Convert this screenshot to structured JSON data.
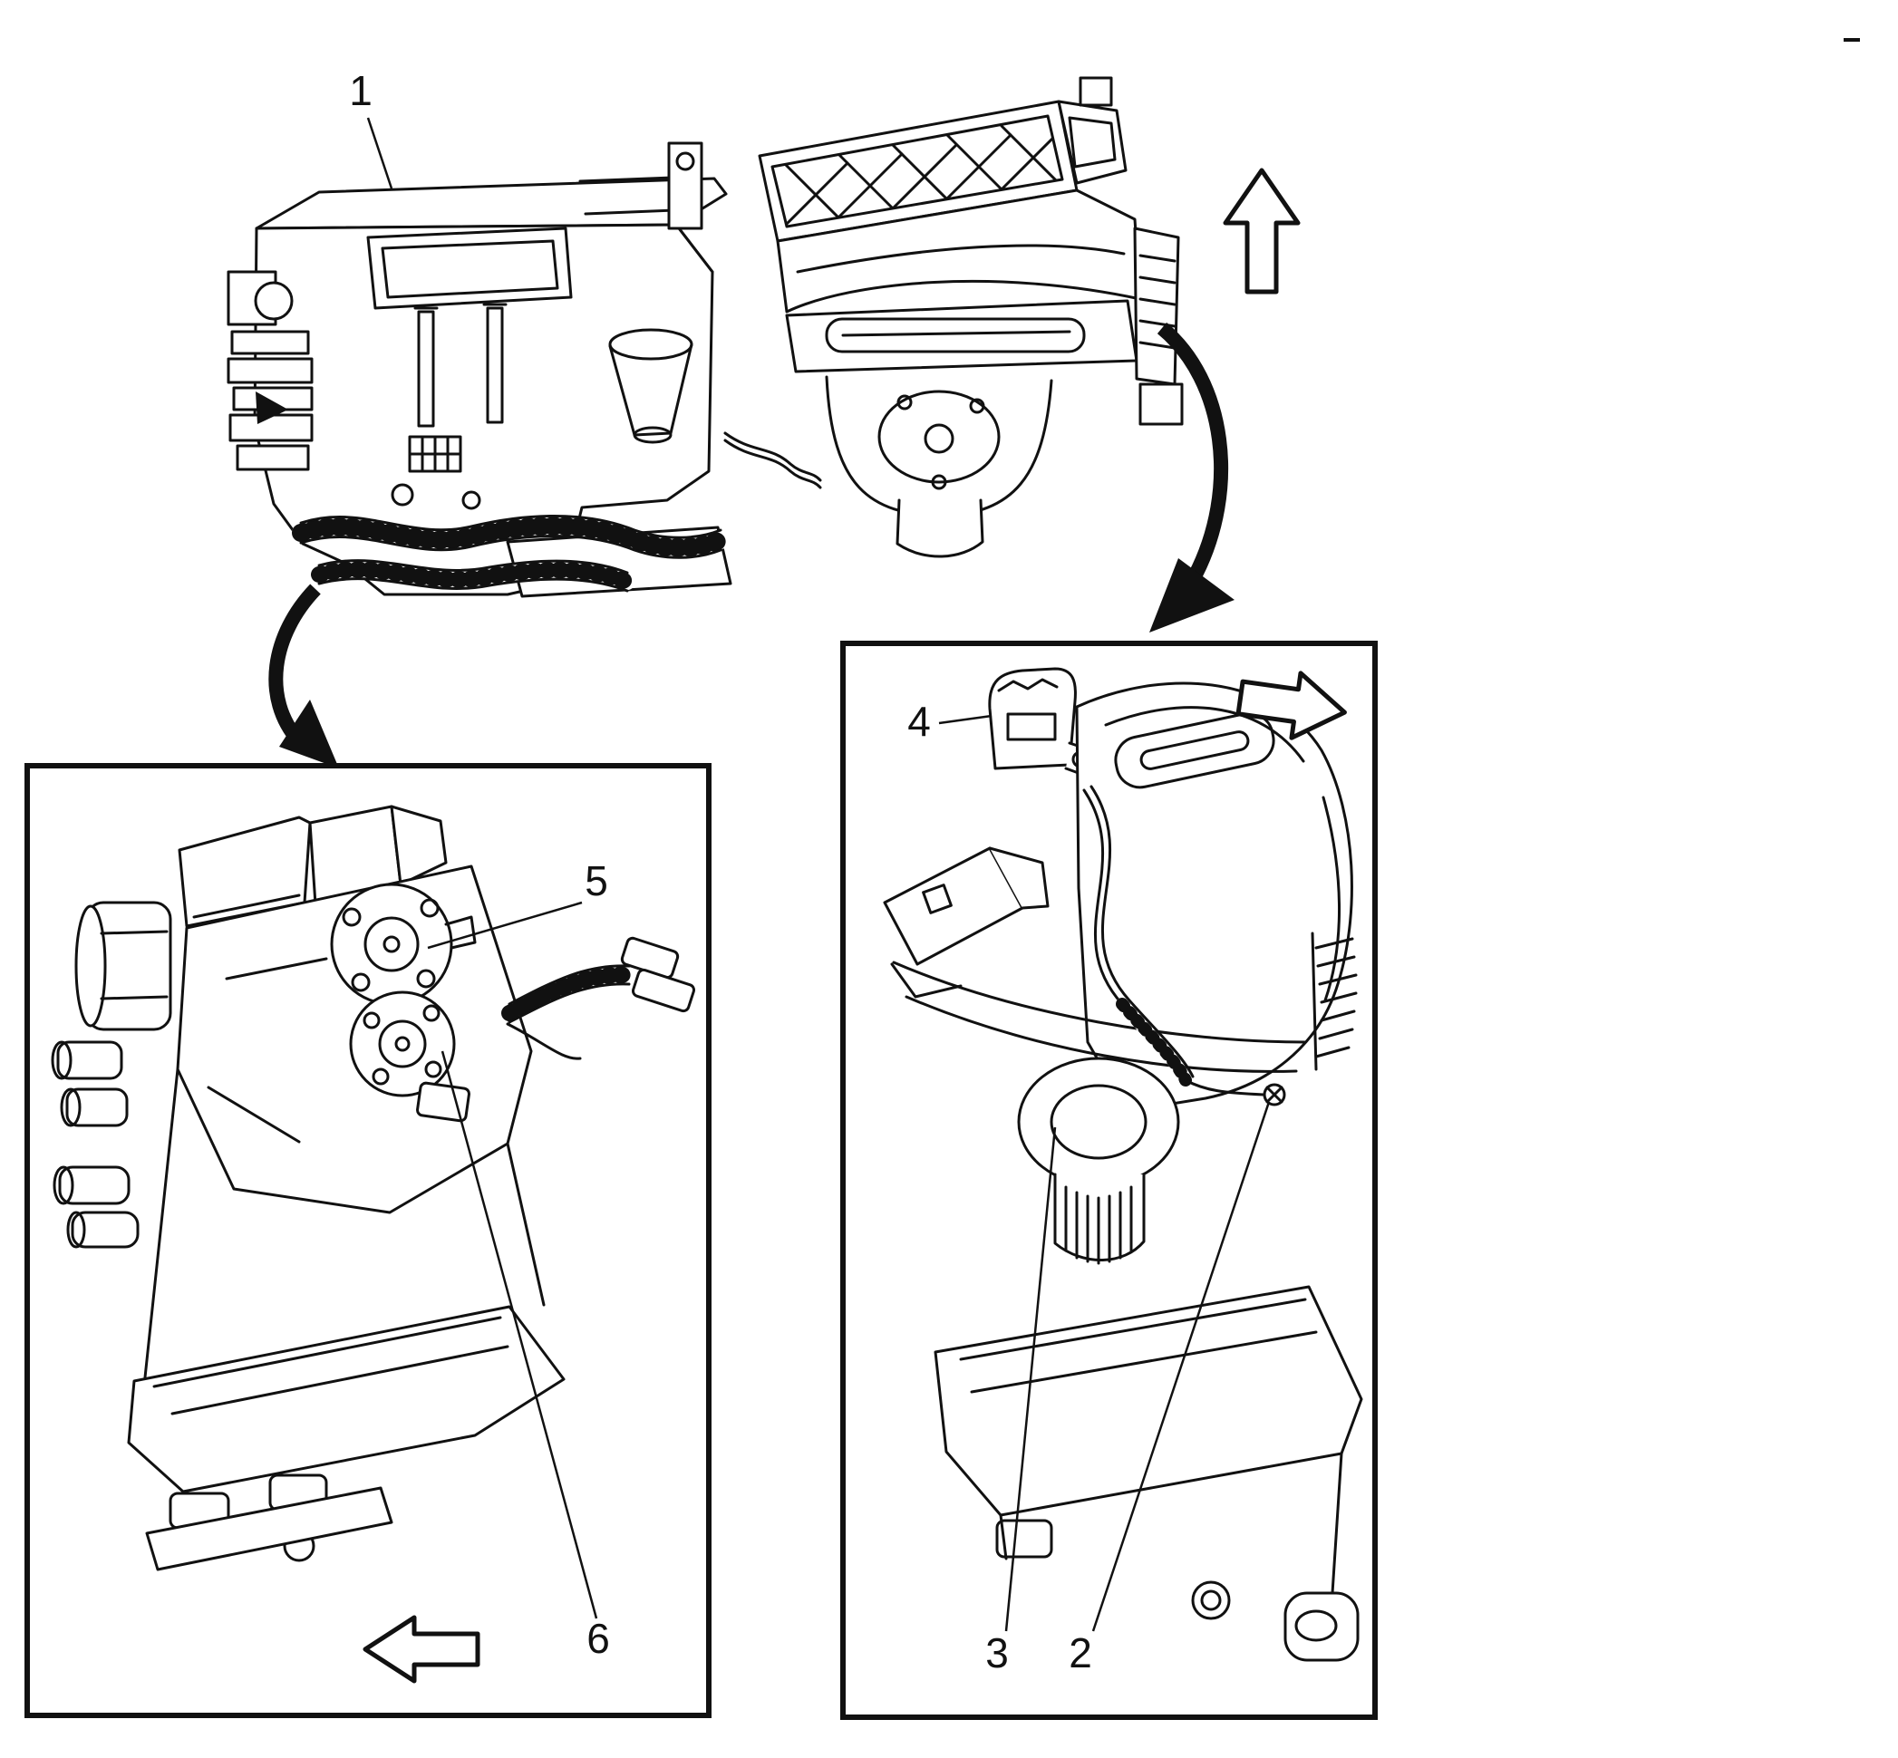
{
  "page": {
    "background": "#ffffff",
    "line_color": "#111111"
  },
  "diagram": {
    "kind": "technical-line-illustration",
    "panels": [
      {
        "id": "main-assembly",
        "callout_ids": [
          "c1"
        ]
      },
      {
        "id": "left-inset",
        "callout_ids": [
          "c5",
          "c6"
        ]
      },
      {
        "id": "right-inset",
        "callout_ids": [
          "c4",
          "c3",
          "c2"
        ]
      }
    ],
    "arrows": [
      "block-arrow-up",
      "curved-arrow-to-right-inset",
      "curved-arrow-to-left-inset",
      "block-arrow-left",
      "block-arrow-right"
    ]
  },
  "callouts": {
    "c1": "1",
    "c2": "2",
    "c3": "3",
    "c4": "4",
    "c5": "5",
    "c6": "6"
  }
}
